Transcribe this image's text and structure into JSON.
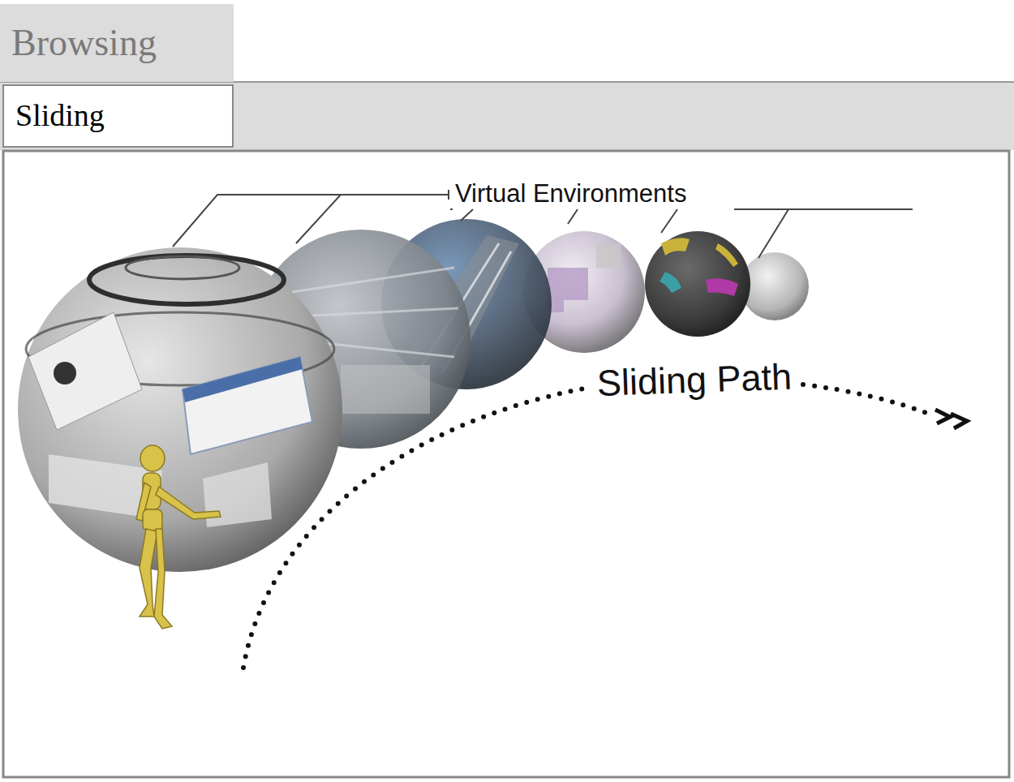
{
  "diagram": {
    "nodes": [
      {
        "text": [
          "Browsing"
        ]
      },
      {
        "text": [
          "Sliding"
        ]
      }
    ],
    "labels": [
      "Virtual Environments",
      "Sliding Path"
    ]
  }
}
